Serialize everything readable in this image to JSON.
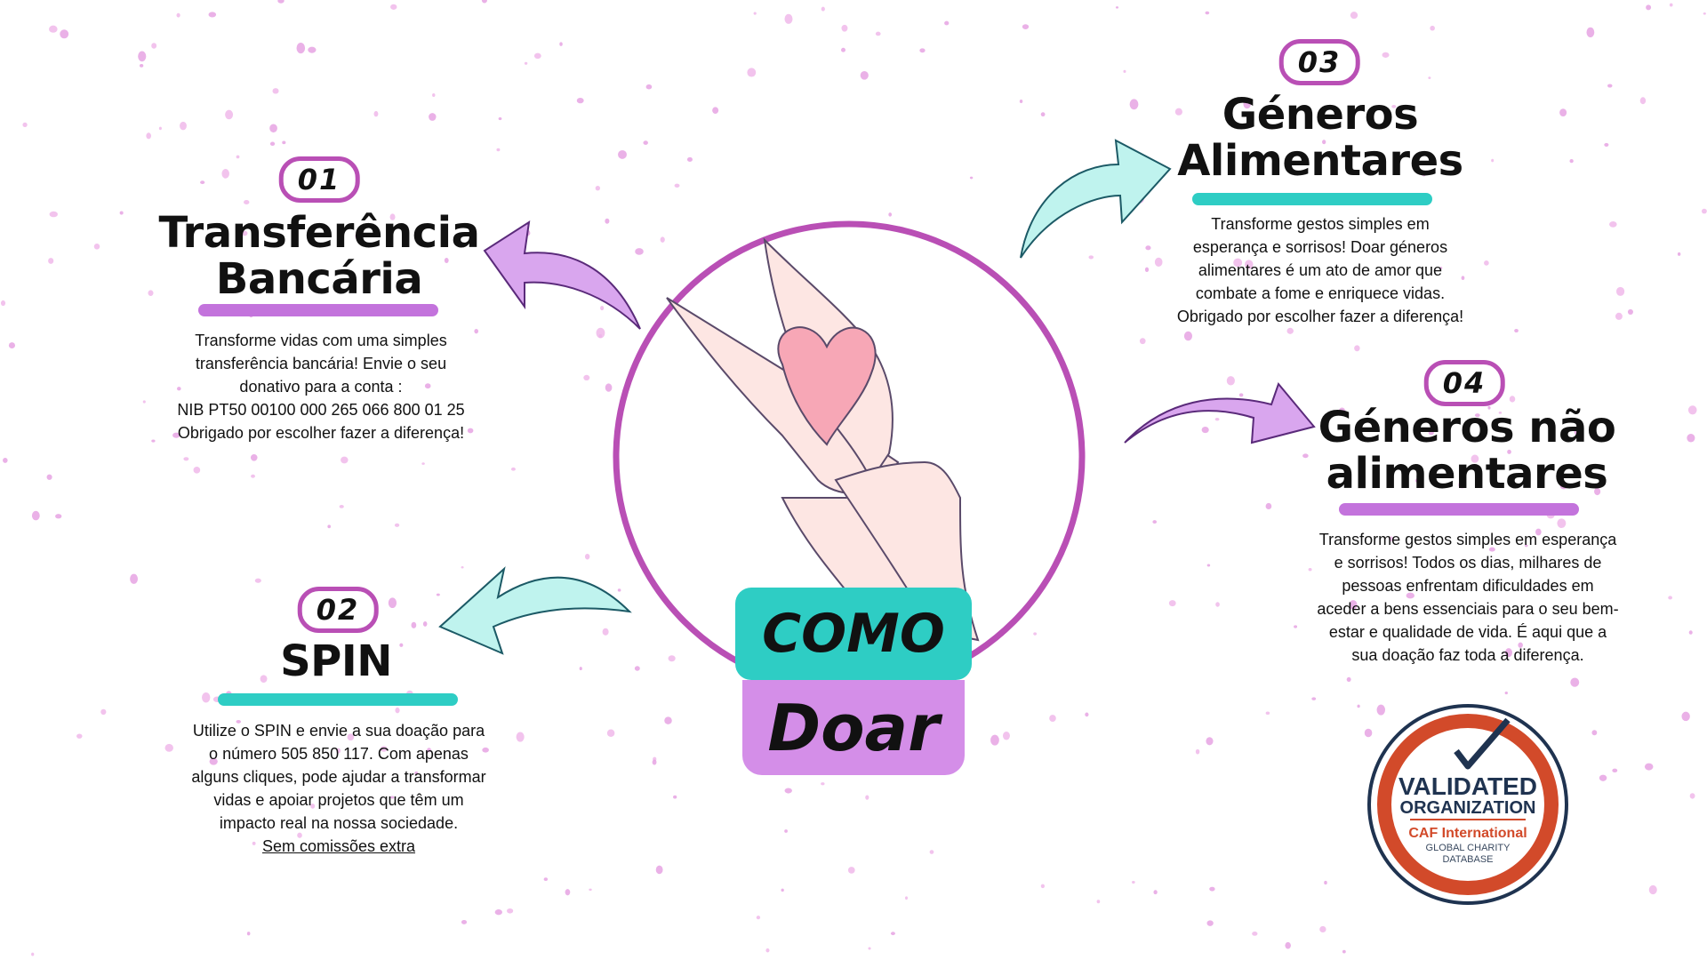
{
  "colors": {
    "teal": "#2ecdc4",
    "purple": "#d48ee8",
    "ring": "#b94fb5",
    "badge_red": "#d24a2a",
    "badge_navy": "#1f3350"
  },
  "center": {
    "line1": "COMO",
    "line2": "Doar"
  },
  "steps": [
    {
      "number": "01",
      "title_lines": [
        "Transferência",
        "Bancária"
      ],
      "body_lines": [
        "Transforme vidas com uma simples",
        "transferência bancária! Envie o seu",
        "donativo para a conta :",
        "NIB PT50 00100 000 265 066 800 01 25",
        "Obrigado por escolher fazer a diferença!"
      ]
    },
    {
      "number": "02",
      "title_lines": [
        "SPIN"
      ],
      "body_lines": [
        "Utilize o SPIN e envie a sua doação para",
        "o número 505 850 117.  Com apenas",
        "alguns cliques, pode ajudar a transformar",
        "vidas e apoiar projetos que têm um",
        "impacto real na nossa sociedade."
      ],
      "link": "Sem comissões extra"
    },
    {
      "number": "03",
      "title_lines": [
        "Géneros",
        "Alimentares"
      ],
      "body_lines": [
        "Transforme gestos simples em",
        "esperança e sorrisos! Doar géneros",
        "alimentares é um ato de amor que",
        "combate a fome e enriquece vidas.",
        "Obrigado por escolher fazer a diferença!"
      ]
    },
    {
      "number": "04",
      "title_lines": [
        "Géneros não",
        "alimentares"
      ],
      "body_lines": [
        "Transforme gestos simples em esperança",
        "e sorrisos! Todos os dias, milhares de",
        "pessoas enfrentam dificuldades em",
        "aceder a bens essenciais para o seu bem-",
        "estar e qualidade de vida. É aqui que a",
        "sua doação faz toda a diferença."
      ]
    }
  ],
  "validation_badge": {
    "line1": "VALIDATED",
    "line2": "ORGANIZATION",
    "line3": "CAF International",
    "line4": "GLOBAL CHARITY",
    "line5": "DATABASE"
  }
}
